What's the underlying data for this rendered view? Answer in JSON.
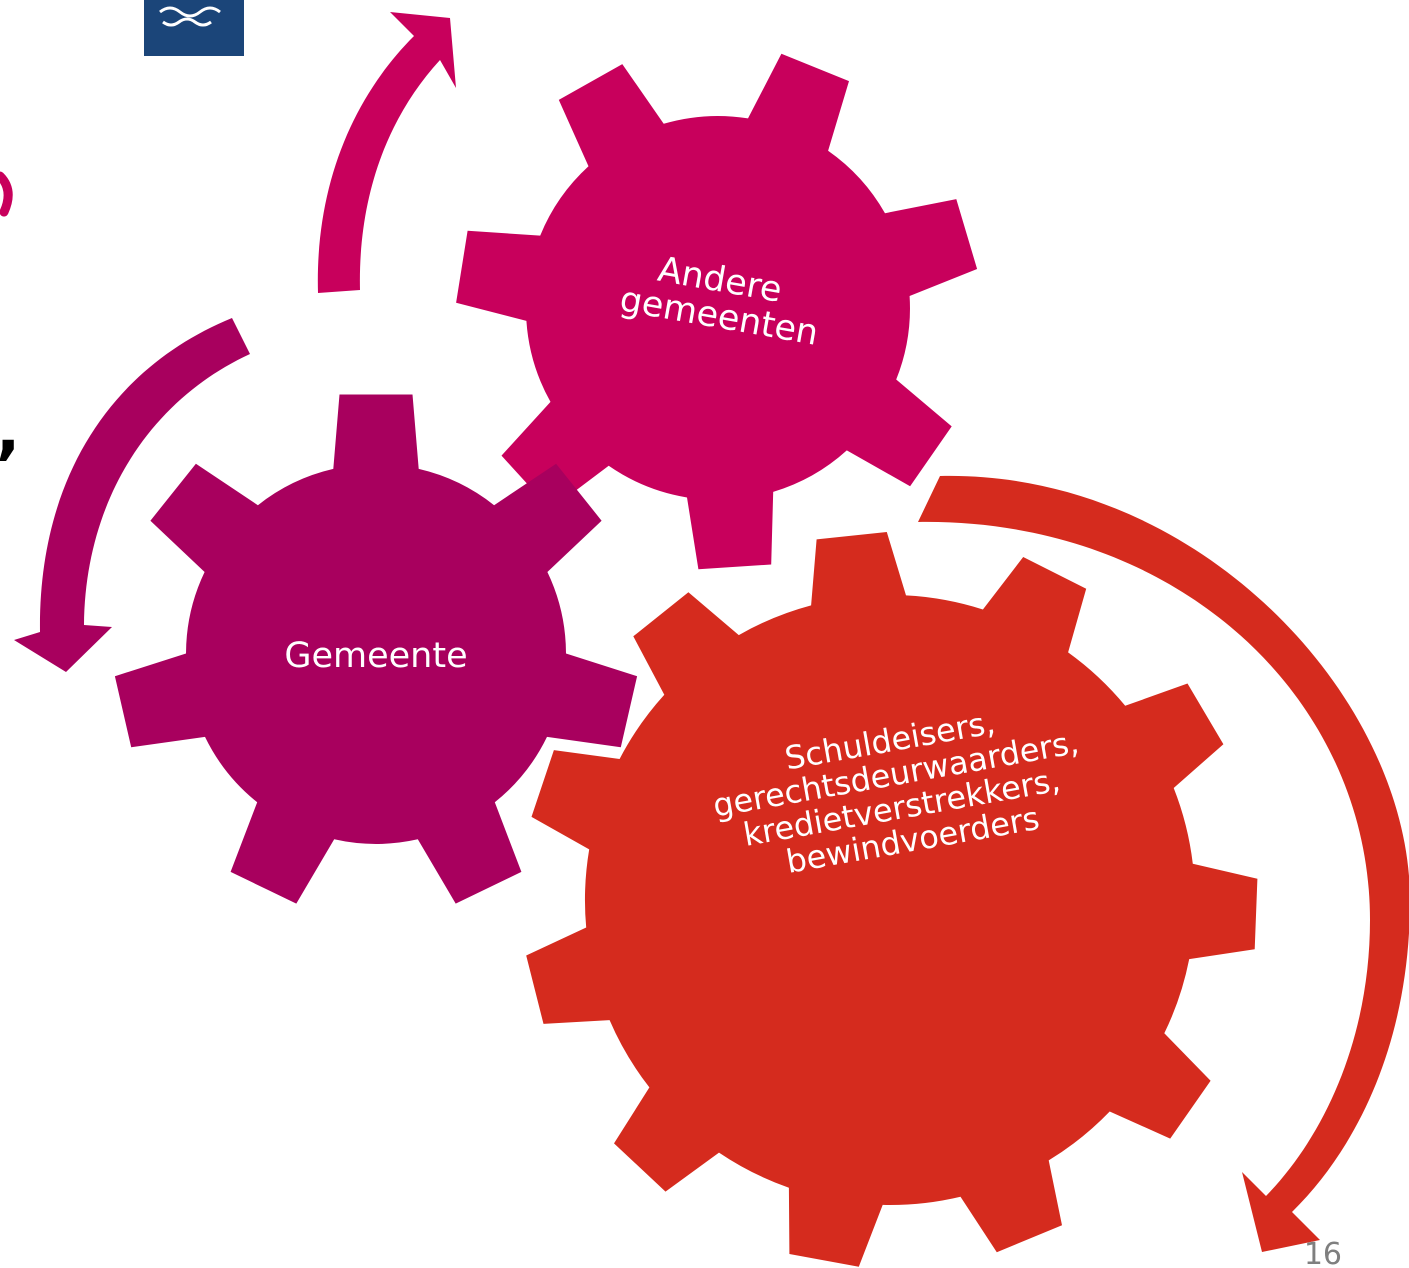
{
  "diagram": {
    "gears": [
      {
        "id": "gemeente",
        "lines": [
          "Gemeente"
        ],
        "color": "#a8005e"
      },
      {
        "id": "andere-gemeenten",
        "lines": [
          "Andere",
          "gemeenten"
        ],
        "color": "#c8005c"
      },
      {
        "id": "schuldeisers",
        "lines": [
          "Schuldeisers,",
          "gerechtsdeurwaarders,",
          "kredietverstrekkers,",
          "bewindvoerders"
        ],
        "color": "#d52b1e"
      }
    ],
    "arrow_colors": {
      "gemeente": "#a8005e",
      "andere_gemeenten": "#c8005c",
      "schuldeisers": "#d52b1e"
    }
  },
  "slide": {
    "page_number": "16",
    "edge_fragment_comma": ",",
    "logo_color": "#1b4579",
    "edge_fragment_color": "#c8005c"
  }
}
